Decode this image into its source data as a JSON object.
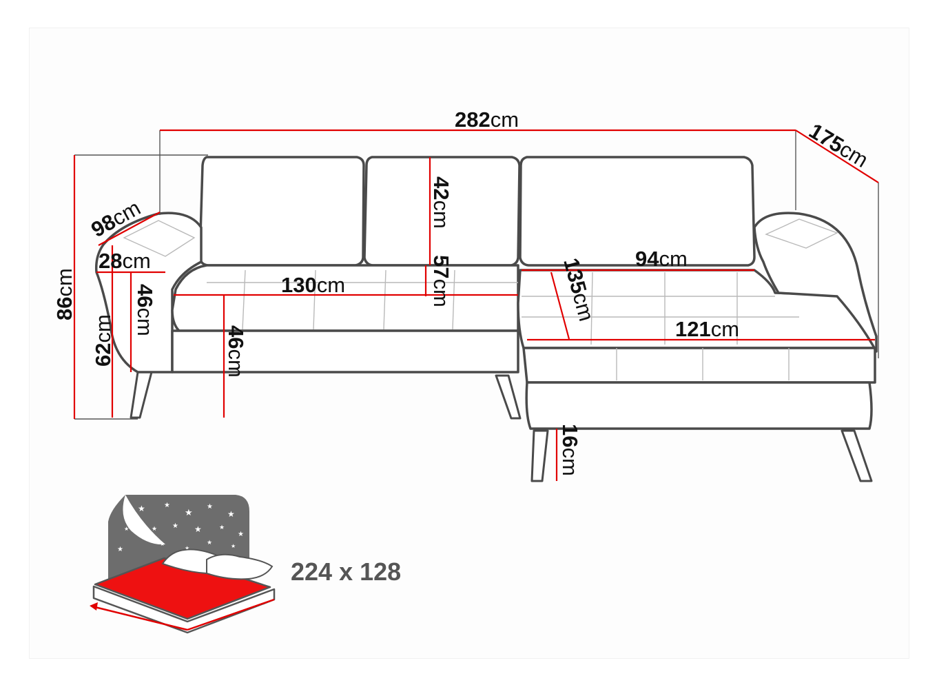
{
  "dimensions": {
    "total_length": {
      "value": "282",
      "unit": "cm"
    },
    "chaise_length": {
      "value": "175",
      "unit": "cm"
    },
    "total_height": {
      "value": "86",
      "unit": "cm"
    },
    "depth": {
      "value": "98",
      "unit": "cm"
    },
    "armrest_width": {
      "value": "28",
      "unit": "cm"
    },
    "seat_height": {
      "value": "46",
      "unit": "cm"
    },
    "armrest_height": {
      "value": "62",
      "unit": "cm"
    },
    "back_cushion_height": {
      "value": "42",
      "unit": "cm"
    },
    "seat_to_back_height": {
      "value": "57",
      "unit": "cm"
    },
    "seat_width": {
      "value": "130",
      "unit": "cm"
    },
    "front_seat_height": {
      "value": "46",
      "unit": "cm"
    },
    "chaise_width": {
      "value": "94",
      "unit": "cm"
    },
    "chaise_seat_depth": {
      "value": "135",
      "unit": "cm"
    },
    "chaise_length_inner": {
      "value": "121",
      "unit": "cm"
    },
    "leg_height": {
      "value": "16",
      "unit": "cm"
    }
  },
  "sleeping_area": {
    "label": "224 x 128"
  },
  "colors": {
    "dimension_line": "#e10000",
    "outline": "#4a4a4a",
    "night_sky": "#6d6d6d",
    "mattress": "#ee1111"
  }
}
